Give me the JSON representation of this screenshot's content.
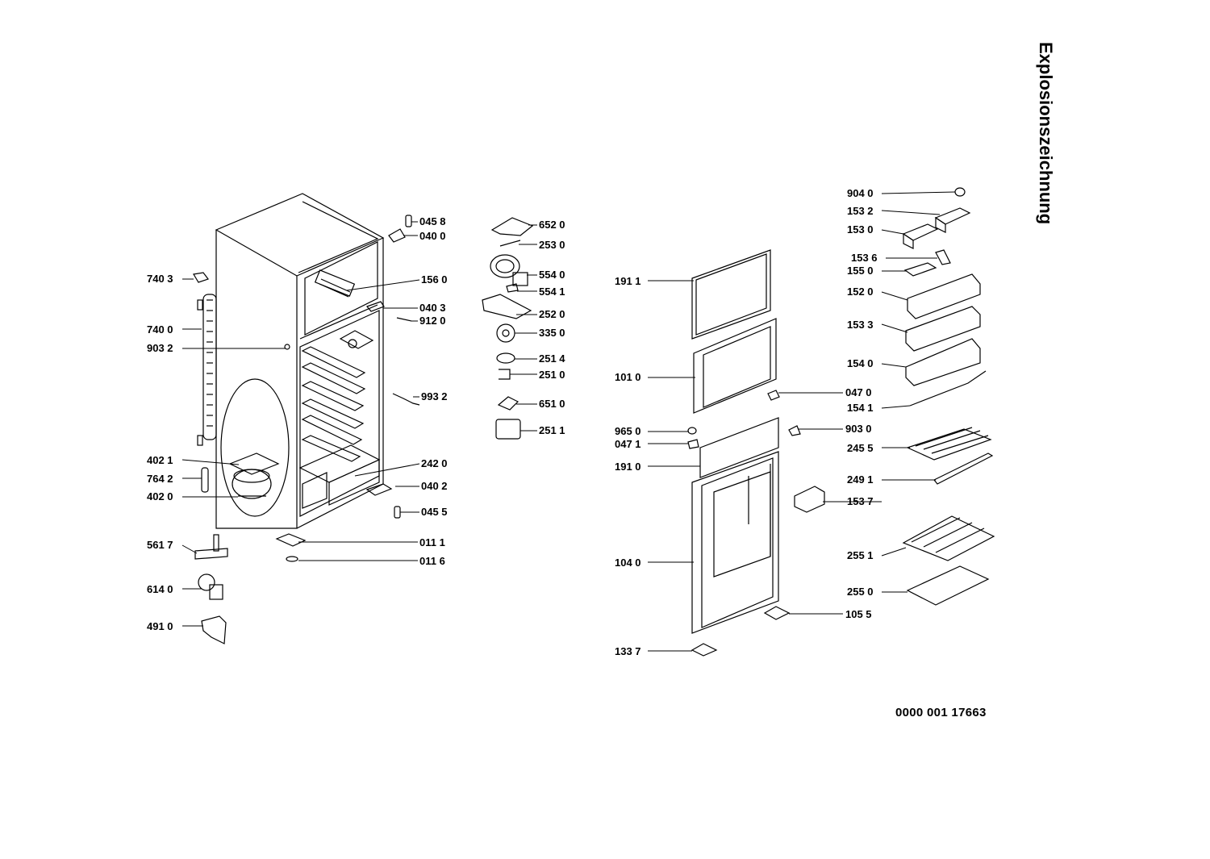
{
  "title": "Explosionszeichnung",
  "document_number": "0000 001 17663",
  "parts": {
    "p0458": "045 8",
    "p0400": "040 0",
    "p1560": "156 0",
    "p0403": "040 3",
    "p9120": "912 0",
    "p7403": "740 3",
    "p7400": "740 0",
    "p9032": "903 2",
    "p9932": "993 2",
    "p4021": "402 1",
    "p7642": "764 2",
    "p4020": "402 0",
    "p2420": "242 0",
    "p0402": "040 2",
    "p0455": "045 5",
    "p0111": "011 1",
    "p0116": "011 6",
    "p5617": "561 7",
    "p6140": "614 0",
    "p4910": "491 0",
    "p6520": "652 0",
    "p2530": "253 0",
    "p5540": "554 0",
    "p5541": "554 1",
    "p2520": "252 0",
    "p3350": "335 0",
    "p2514": "251 4",
    "p2510": "251 0",
    "p6510": "651 0",
    "p2511": "251 1",
    "p1911": "191 1",
    "p1010": "101 0",
    "p9650": "965 0",
    "p0471": "047 1",
    "p1910": "191 0",
    "p1040": "104 0",
    "p1337": "133 7",
    "p0470": "047 0",
    "p9030": "903 0",
    "p1055": "105 5",
    "p9040": "904 0",
    "p1532": "153 2",
    "p1530": "153 0",
    "p1536": "153 6",
    "p1550": "155 0",
    "p1520": "152 0",
    "p1533": "153 3",
    "p1540": "154 0",
    "p1541": "154 1",
    "p2455": "245 5",
    "p2491": "249 1",
    "p1537": "153 7",
    "p2551": "255 1",
    "p2550": "255 0"
  }
}
